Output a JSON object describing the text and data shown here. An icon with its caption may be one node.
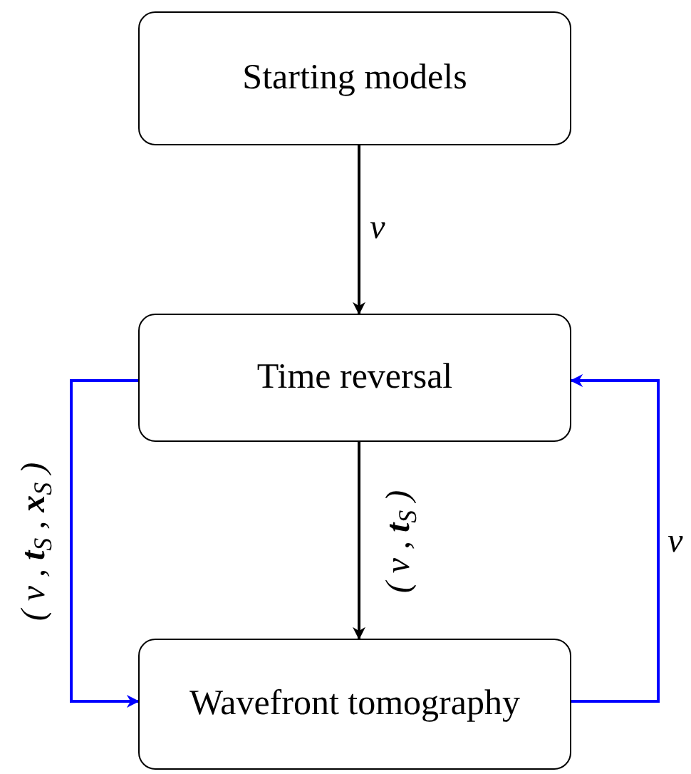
{
  "diagram": {
    "nodes": [
      {
        "text": [
          "Starting models"
        ]
      },
      {
        "text": [
          "Time reversal"
        ]
      },
      {
        "text": [
          "Wavefront tomography"
        ]
      }
    ],
    "edges": [
      {
        "from": 0,
        "to": 1,
        "arrow": "to",
        "label": "v"
      },
      {
        "from": 1,
        "to": 2,
        "arrow": "to",
        "label": "( v , **t**$_{S}$ )"
      },
      {
        "from": 1,
        "to": 2,
        "arrow": "to",
        "label": "( v , **t**$_{S}$ , **x**$_{S}$ )",
        "color": "#0000ff"
      },
      {
        "from": 2,
        "to": 1,
        "arrow": "to",
        "label": "v",
        "color": "#0000ff"
      }
    ]
  }
}
